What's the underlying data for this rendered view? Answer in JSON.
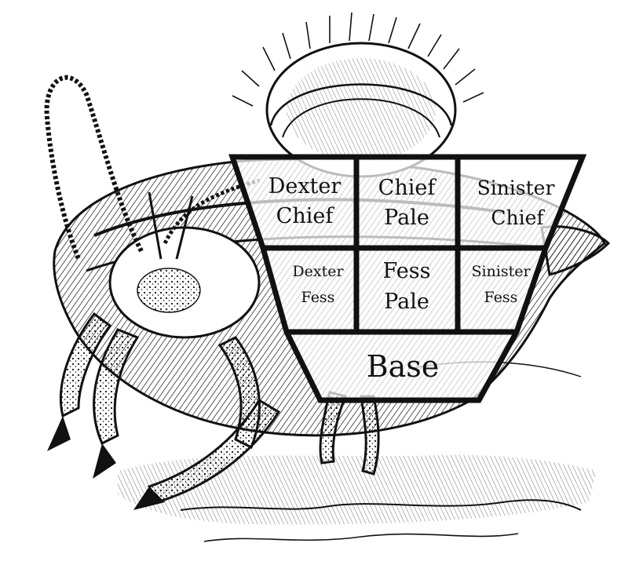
{
  "diagram": {
    "illustration": "engraved-hermit-crab-in-shell",
    "colors": {
      "ink": "#111111",
      "panel_fill": "#ffffff",
      "panel_opacity": 0.72,
      "paper": "#ffffff"
    },
    "regions": {
      "dexter_chief": {
        "line1": "Dexter",
        "line2": "Chief"
      },
      "chief_pale": {
        "line1": "Chief",
        "line2": "Pale"
      },
      "sinister_chief": {
        "line1": "Sinister",
        "line2": "Chief"
      },
      "dexter_fess": {
        "line1": "Dexter",
        "line2": "Fess"
      },
      "fess_pale": {
        "line1": "Fess",
        "line2": "Pale"
      },
      "sinister_fess": {
        "line1": "Sinister",
        "line2": "Fess"
      },
      "base": {
        "line1": "Base"
      }
    }
  }
}
